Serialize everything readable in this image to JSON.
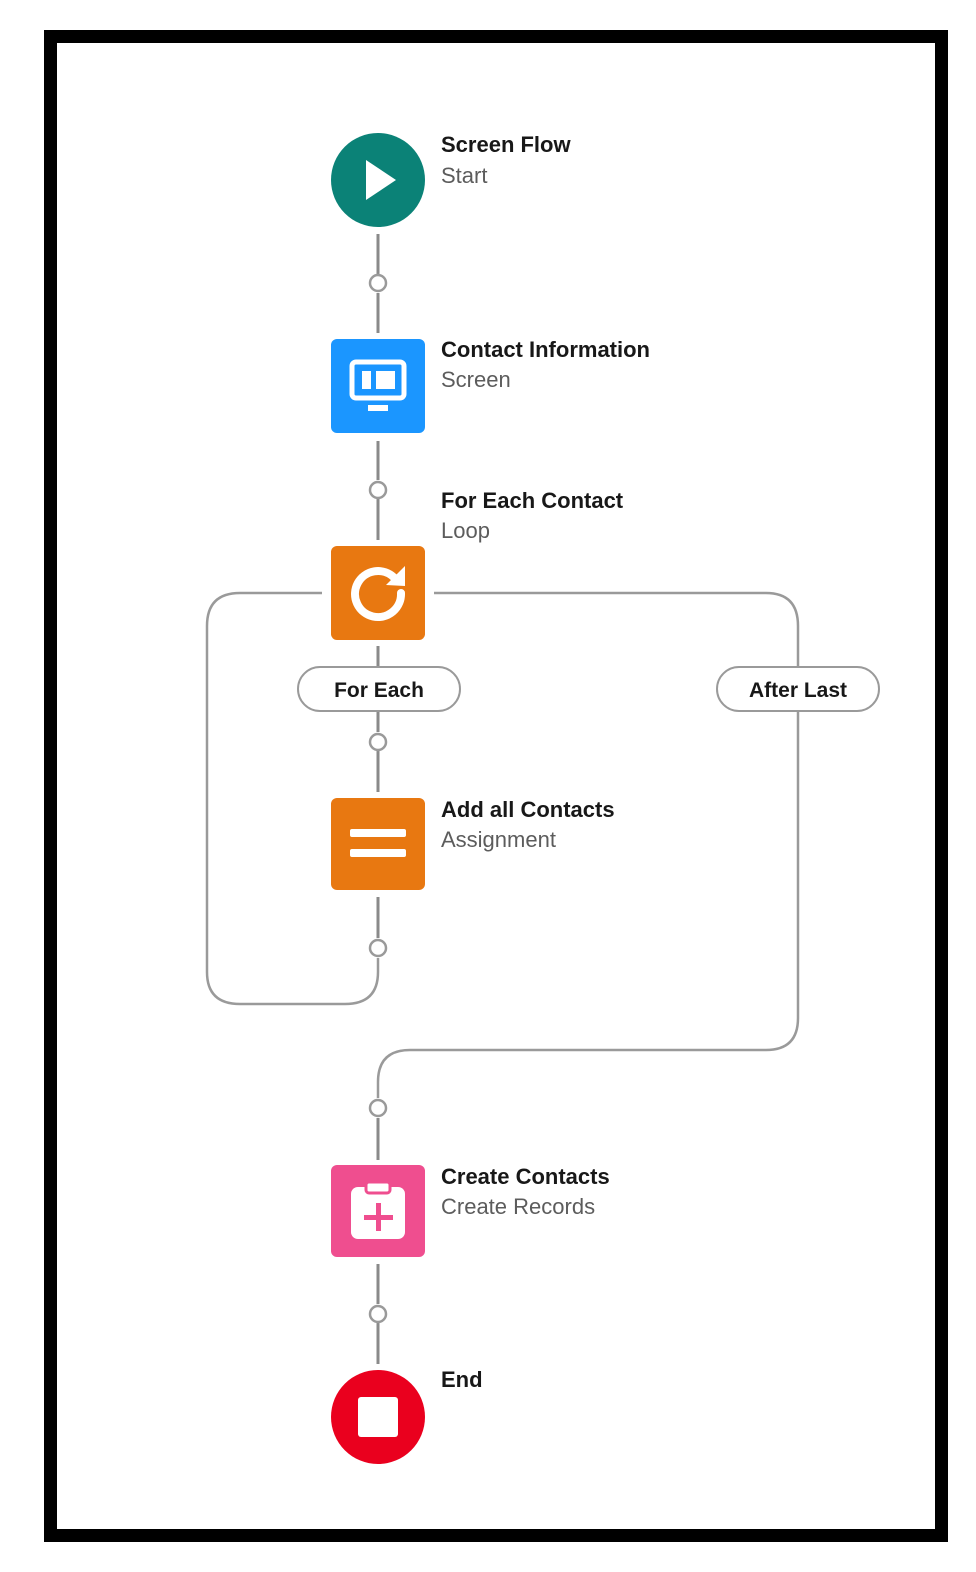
{
  "nodes": {
    "start": {
      "title": "Screen Flow",
      "subtitle": "Start",
      "color": "#0b8277",
      "icon": "play-icon"
    },
    "screen": {
      "title": "Contact Information",
      "subtitle": "Screen",
      "color": "#1b96ff",
      "icon": "screen-icon"
    },
    "loop": {
      "title": "For Each Contact",
      "subtitle": "Loop",
      "color": "#e87811",
      "icon": "loop-icon"
    },
    "assignment": {
      "title": "Add all Contacts",
      "subtitle": "Assignment",
      "color": "#e87811",
      "icon": "assignment-icon"
    },
    "create": {
      "title": "Create Contacts",
      "subtitle": "Create Records",
      "color": "#ef4e8f",
      "icon": "create-records-icon"
    },
    "end": {
      "title": "End",
      "color": "#ea001e",
      "icon": "stop-icon"
    }
  },
  "branches": {
    "for_each": "For Each",
    "after_last": "After Last"
  }
}
